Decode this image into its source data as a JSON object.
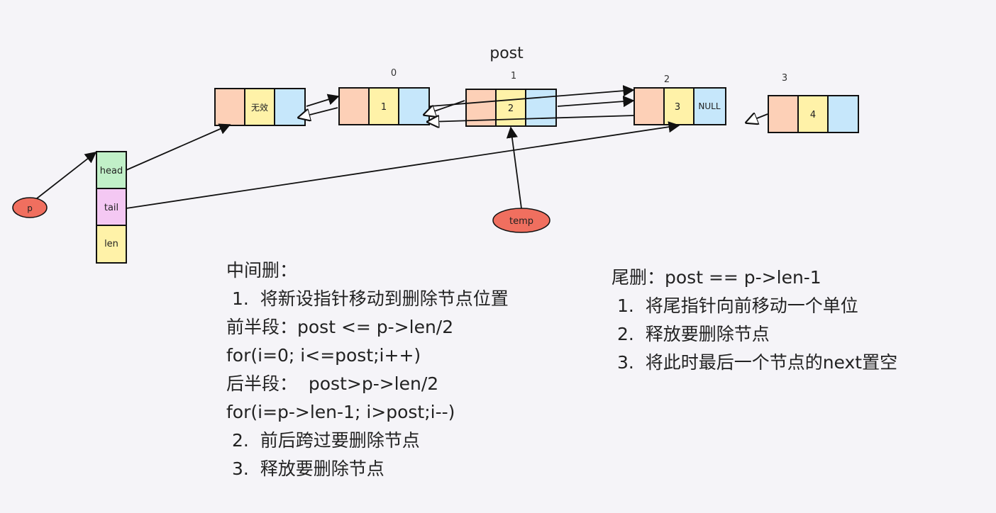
{
  "diagram": {
    "post_label": "post",
    "index_labels": [
      "0",
      "1",
      "2",
      "3"
    ],
    "sentinel_label": "无效",
    "nodes": [
      "1",
      "2",
      "3",
      "4"
    ],
    "null_label": "NULL",
    "struct_fields": [
      "head",
      "tail",
      "len"
    ],
    "pointer_p": "p",
    "pointer_temp": "temp",
    "colors": {
      "prev_cell": "#fdd0b7",
      "data_cell": "#fff2a8",
      "next_cell": "#c6e7fb",
      "head_cell": "#c1f0c8",
      "tail_cell": "#f4c8f3",
      "len_cell": "#fff2a8",
      "pointer": "#f06f5f"
    }
  },
  "notes_middle": {
    "title": "中间删：",
    "lines": [
      " 1.  将新设指针移动到删除节点位置",
      "前半段：post <= p->len/2",
      "for(i=0; i<=post;i++)",
      "后半段：  post>p->len/2",
      "for(i=p->len-1; i>post;i--)",
      " 2.  前后跨过要删除节点",
      " 3.  释放要删除节点"
    ]
  },
  "notes_tail": {
    "title": "尾删：post == p->len-1",
    "lines": [
      " 1.  将尾指针向前移动一个单位",
      " 2.  释放要删除节点",
      " 3.  将此时最后一个节点的next置空"
    ]
  }
}
